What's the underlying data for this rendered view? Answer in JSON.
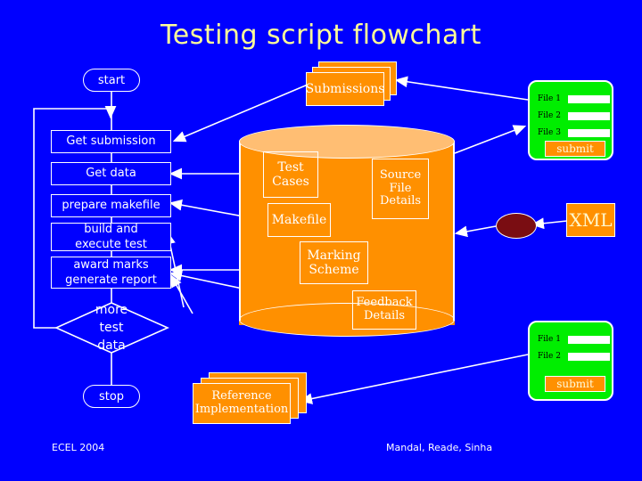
{
  "slide": {
    "title": "Testing script flowchart",
    "background_color": "#0000FF",
    "title_color": "#FFFF99"
  },
  "flowchart": {
    "start_label": "start",
    "steps": [
      {
        "label": "Get submission"
      },
      {
        "label": "Get data"
      },
      {
        "label": "prepare makefile"
      },
      {
        "label_line1": "build and",
        "label_line2": "execute test"
      },
      {
        "label_line1": "award marks",
        "label_line2": "generate report"
      }
    ],
    "decision": {
      "line1": "more",
      "line2": "test",
      "line3": "data"
    },
    "stop_label": "stop"
  },
  "documents": {
    "submissions": "Submissions",
    "reference_implementation_line1": "Reference",
    "reference_implementation_line2": "Implementation",
    "xml": "XML"
  },
  "database": {
    "fill_color": "#FF9000",
    "top_color": "#FFBE73",
    "items": [
      {
        "line1": "Test",
        "line2": "Cases"
      },
      {
        "line1": "Source",
        "line2": "File",
        "line3": "Details"
      },
      {
        "line1": "Makefile"
      },
      {
        "line1": "Marking",
        "line2": "Scheme"
      },
      {
        "line1": "Feedback",
        "line2": "Details"
      }
    ]
  },
  "upload_panel_top": {
    "panel_color": "#00EE00",
    "fields": [
      {
        "label": "File 1",
        "value": ""
      },
      {
        "label": "File 2",
        "value": ""
      },
      {
        "label": "File 3",
        "value": ""
      }
    ],
    "submit_label": "submit"
  },
  "upload_panel_bottom": {
    "panel_color": "#00EE00",
    "fields": [
      {
        "label": "File 1",
        "value": ""
      },
      {
        "label": "File 2",
        "value": ""
      }
    ],
    "submit_label": "submit"
  },
  "footer": {
    "left": "ECEL 2004",
    "right": "Mandal, Reade, Sinha"
  }
}
